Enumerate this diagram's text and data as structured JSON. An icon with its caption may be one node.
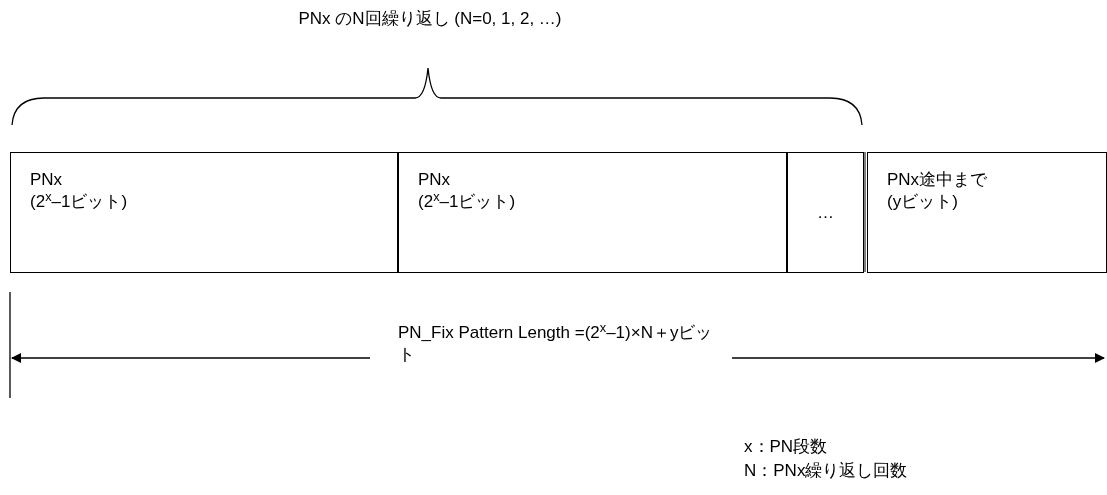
{
  "diagram": {
    "nodes": [
      {
        "text": [
          "PNx",
          "(2$^{x}$–1ビット)"
        ]
      },
      {
        "text": [
          "PNx",
          "(2$^{x}$–1ビット)"
        ]
      },
      {
        "text": [
          "…"
        ]
      },
      {
        "text": [
          "PNx途中まで",
          "(yビット)"
        ]
      }
    ],
    "labels": [
      "PNx のN回繰り返し (N=0, 1, 2, …)",
      "PN_Fix Pattern Length =(2$^{x}$–1)×N＋yビット",
      "x：PN段数",
      "N：PNx繰り返し回数"
    ]
  }
}
